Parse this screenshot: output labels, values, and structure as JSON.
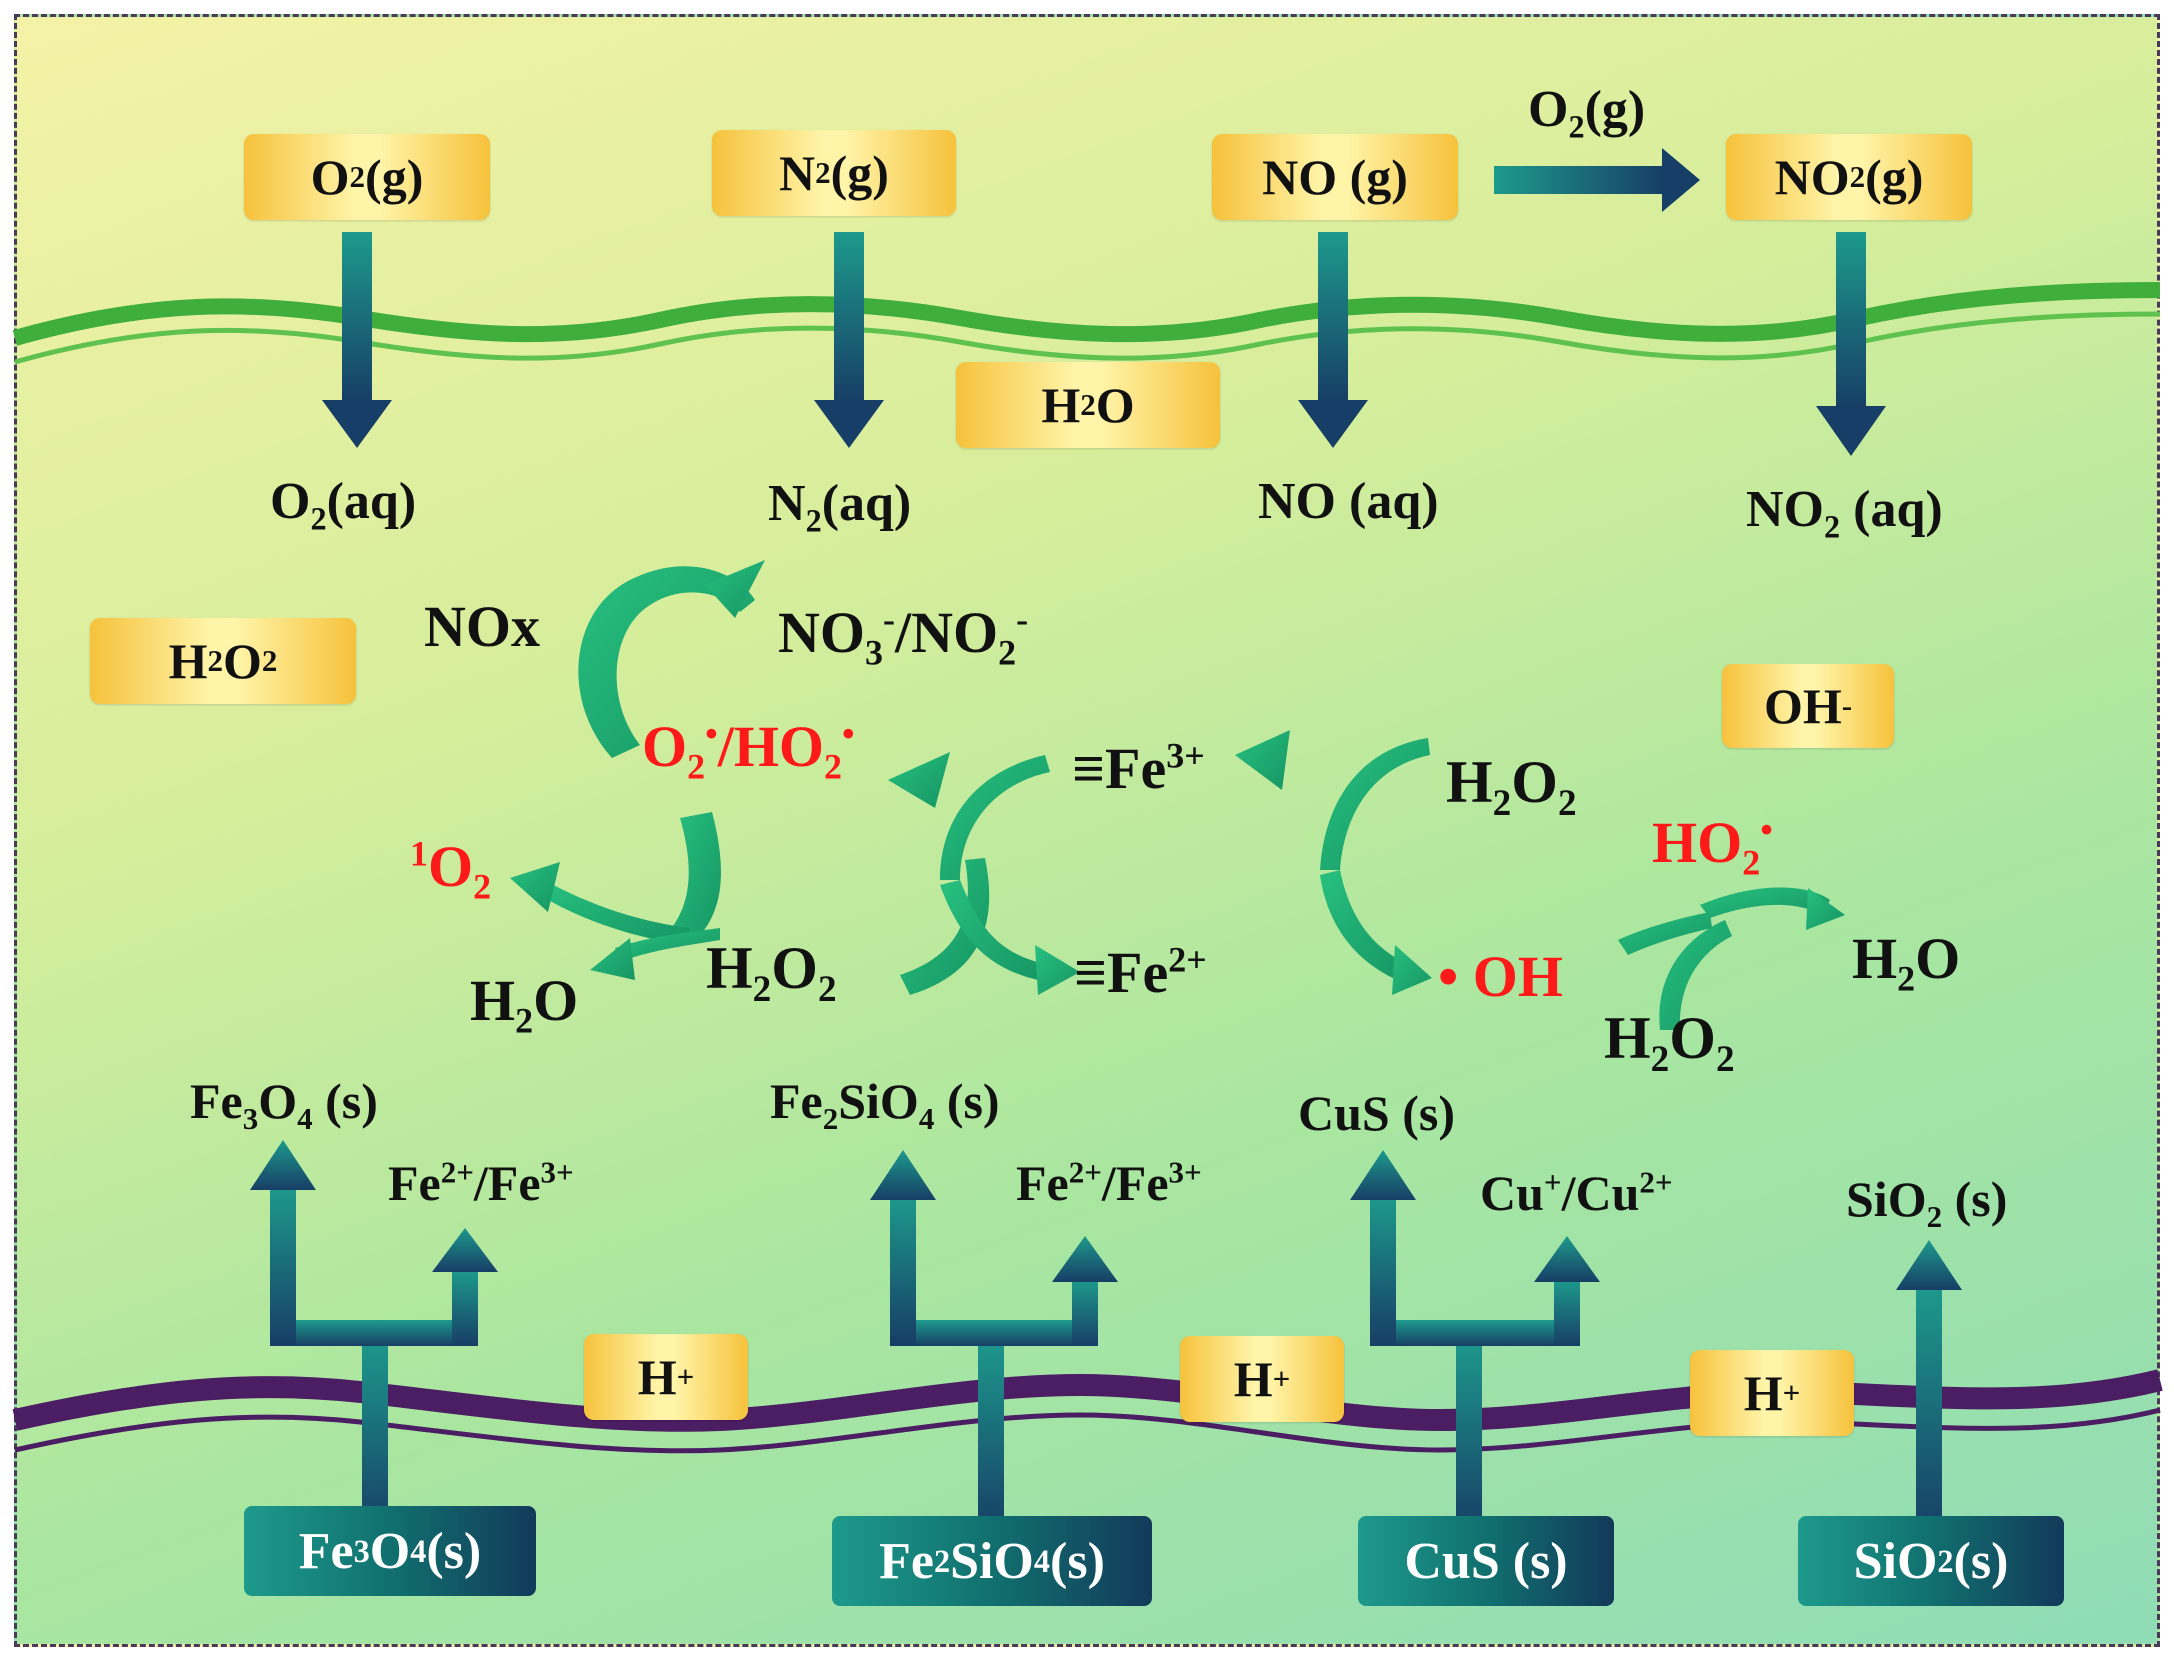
{
  "gas_boxes": {
    "o2_g": "O<sub>2</sub>(g)",
    "n2_g": "N<sub>2</sub>(g)",
    "no_g": "NO (g)",
    "no2_g": "NO<sub>2</sub>(g)",
    "h2o": "H<sub>2</sub>O",
    "h2o2": "H<sub>2</sub>O<sub>2</sub>",
    "oh_minus": "OH<sup>-</sup>"
  },
  "oxidation_label": "O<sub>2</sub>(g)",
  "aqueous": {
    "o2_aq": "O<sub>2</sub>(aq)",
    "n2_aq": "N<sub>2</sub>(aq)",
    "no_aq": "NO (aq)",
    "no2_aq": "NO<sub>2</sub> (aq)"
  },
  "cycle": {
    "nox": "NOx",
    "nitrate_nitrite": "NO<sub>3</sub><sup>-</sup>/NO<sub>2</sub><sup>-</sup>",
    "superoxide": "O<sub>2</sub><sup>•</sup>/HO<sub>2</sub><sup>•</sup>",
    "singlet_oxygen": "<sup>1</sup>O<sub>2</sub>",
    "h2o_left": "H<sub>2</sub>O",
    "h2o2_left": "H<sub>2</sub>O<sub>2</sub>",
    "fe3": "≡Fe<sup>3+</sup>",
    "fe2": "≡Fe<sup>2+</sup>",
    "h2o2_right": "H<sub>2</sub>O<sub>2</sub>",
    "hydroxyl": "• OH",
    "ho2_right": "HO<sub>2</sub><sup>•</sup>",
    "h2o_right": "H<sub>2</sub>O",
    "h2o2_bottom": "H<sub>2</sub>O<sub>2</sub>"
  },
  "dissolved": {
    "fe3o4_s": "Fe<sub>3</sub>O<sub>4</sub> (s)",
    "fe_ions_1": "Fe<sup>2+</sup>/Fe<sup>3+</sup>",
    "fe2sio4_s": "Fe<sub>2</sub>SiO<sub>4</sub> (s)",
    "fe_ions_2": "Fe<sup>2+</sup>/Fe<sup>3+</sup>",
    "cus_s": "CuS (s)",
    "cu_ions": "Cu<sup>+</sup>/Cu<sup>2+</sup>",
    "sio2_s": "SiO<sub>2</sub> (s)"
  },
  "protons": {
    "h1": "H<sup>+</sup>",
    "h2": "H<sup>+</sup>",
    "h3": "H<sup>+</sup>"
  },
  "solids": {
    "fe3o4": "Fe<sub>3</sub>O<sub>4</sub> (s)",
    "fe2sio4": "Fe<sub>2</sub>SiO<sub>4</sub> (s)",
    "cus": "CuS (s)",
    "sio2": "SiO<sub>2</sub> (s)"
  },
  "colors": {
    "water_line": "#3fae3a",
    "solid_line": "#4b1e63",
    "arrow_teal": "#13837d",
    "arrow_navy": "#173e66",
    "cycle_arrow": "#22b87a",
    "radical_red": "#ff1a1a"
  }
}
